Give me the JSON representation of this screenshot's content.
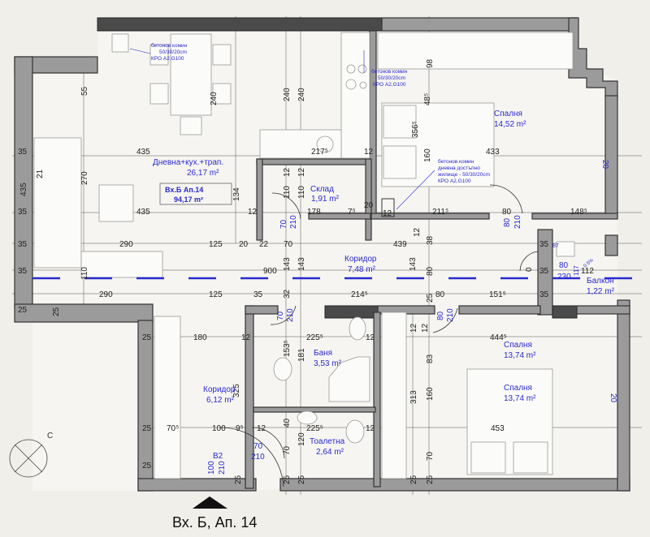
{
  "title": "Вх. Б, Ап. 14",
  "compass_label": "С",
  "apartment_box": {
    "name": "Вх.Б Ап.14",
    "area": "94,17 m²"
  },
  "rooms": [
    {
      "name": "Дневна+кух.+трап.",
      "area": "26,17 m²"
    },
    {
      "name": "Склад",
      "area": "1,91 m²"
    },
    {
      "name": "Спалня",
      "area": "14,52 m²"
    },
    {
      "name": "Коридор",
      "area": "7,48 m²"
    },
    {
      "name": "Балкон",
      "area": "1,22 m²"
    },
    {
      "name": "Баня",
      "area": "3,53 m²"
    },
    {
      "name": "Коридор",
      "area": "6,12 m²"
    },
    {
      "name": "Тоалетна",
      "area": "2,64 m²"
    },
    {
      "name": "Спалня",
      "area": "13,74 m²"
    },
    {
      "name": "Спалня",
      "area": "13,74 m²"
    }
  ],
  "notes": [
    [
      "бетонов комин",
      "50/30/20cm",
      "КРО А2,G100"
    ],
    [
      "бетонов комин",
      "50/30/20cm",
      "КРО А2,G100"
    ],
    [
      "бетонов комин",
      "дневна достъпно",
      "жилище - 50/30/20cm",
      "КРО А2,G100"
    ]
  ],
  "doors": [
    {
      "id": "B2",
      "width": "100",
      "height": "210"
    },
    {
      "width": "70",
      "height": "210"
    },
    {
      "width": "70",
      "height": "210"
    },
    {
      "width": "80",
      "height": "210"
    },
    {
      "width": "80",
      "height": "210"
    },
    {
      "width": "70",
      "height": "210"
    }
  ],
  "balcony_dims": [
    "80",
    "230",
    "117",
    "20",
    "20",
    "87",
    "0.5%"
  ],
  "dimensions": [
    "55",
    "240",
    "240",
    "240",
    "435",
    "217⁵",
    "12",
    "35",
    "21",
    "270",
    "435",
    "134",
    "12",
    "12",
    "110",
    "110",
    "435",
    "12",
    "178",
    "7⁵",
    "20",
    "12",
    "35",
    "356⁵",
    "48⁵",
    "98",
    "160",
    "433",
    "211⁵",
    "80",
    "148⁵",
    "35",
    "290",
    "125",
    "20",
    "22",
    "70",
    "439",
    "12",
    "38",
    "35",
    "35",
    "110",
    "900",
    "143",
    "143",
    "143",
    "80",
    "0",
    "35",
    "112",
    "290",
    "125",
    "35",
    "32",
    "214⁵",
    "25",
    "80",
    "151⁵",
    "35",
    "25",
    "25",
    "25",
    "180",
    "12",
    "225⁵",
    "12",
    "12",
    "12",
    "444⁵",
    "153⁵",
    "181",
    "83",
    "325",
    "313",
    "160",
    "25",
    "70⁵",
    "100",
    "9⁵",
    "12",
    "40",
    "225⁵",
    "12",
    "453",
    "120",
    "70",
    "70",
    "25",
    "25",
    "25",
    "25",
    "25",
    "25"
  ]
}
